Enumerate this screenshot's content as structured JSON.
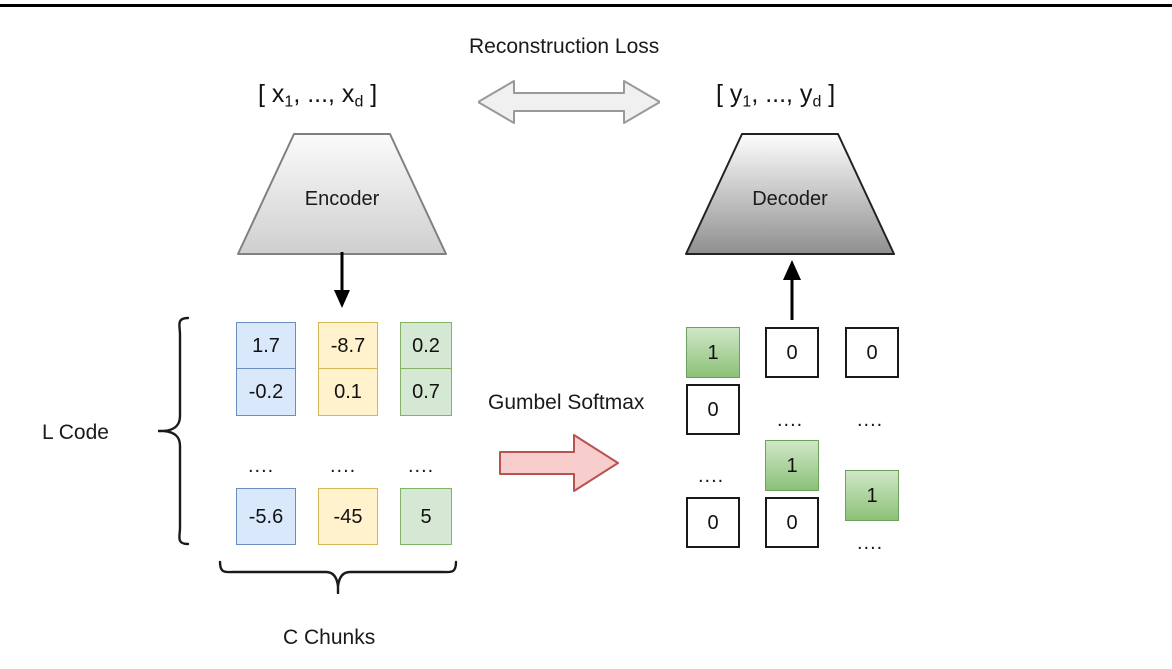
{
  "figure": {
    "title_top": "Reconstruction Loss",
    "input_vector": {
      "open": "[ x",
      "sub1": "1",
      "mid": ", ..., x",
      "sub2": "d",
      "close": " ]"
    },
    "output_vector": {
      "open": "[ y",
      "sub1": "1",
      "mid": ", ..., y",
      "sub2": "d",
      "close": " ]"
    },
    "encoder_label": "Encoder",
    "decoder_label": "Decoder",
    "gumbel_label": "Gumbel Softmax",
    "left_bracket_label": "L Code",
    "bottom_bracket_label": "C Chunks",
    "ellipsis": "...."
  },
  "colors": {
    "blue_fill": "#dae8fc",
    "blue_stroke": "#6c8ebf",
    "yellow_fill": "#fff2cc",
    "yellow_stroke": "#d6b656",
    "green_fill": "#d5e8d4",
    "green_stroke": "#82b366",
    "hot_fill": "#8cc178",
    "white_fill": "#ffffff",
    "black_stroke": "#1a1a1a",
    "gumbel_arrow_fill": "#f8cecc",
    "gumbel_arrow_stroke": "#b85450",
    "recon_arrow_fill": "#f0f0f0",
    "recon_arrow_stroke": "#999999",
    "trapezoid_top": "#fbfbfb",
    "trapezoid_bottom_encoder": "#cfcfcf",
    "trapezoid_bottom_decoder": "#8f8f8f"
  },
  "latent_code": {
    "columns": [
      {
        "name": "chunk-1",
        "color": "blue",
        "cells": [
          "1.7",
          "-0.2"
        ],
        "tail": "-5.6"
      },
      {
        "name": "chunk-2",
        "color": "yellow",
        "cells": [
          "-8.7",
          "0.1"
        ],
        "tail": "-45"
      },
      {
        "name": "chunk-3",
        "color": "green",
        "cells": [
          "0.2",
          "0.7"
        ],
        "tail": "5"
      }
    ]
  },
  "onehot_code": {
    "columns": [
      {
        "name": "onehot-1",
        "cells": [
          {
            "value": "1",
            "hot": true
          },
          {
            "value": "0",
            "hot": false
          },
          {
            "value": "....",
            "ellipsis": true
          },
          {
            "value": "0",
            "hot": false
          }
        ]
      },
      {
        "name": "onehot-2",
        "cells": [
          {
            "value": "0",
            "hot": false
          },
          {
            "value": "....",
            "ellipsis": true
          },
          {
            "value": "1",
            "hot": true
          },
          {
            "value": "0",
            "hot": false
          }
        ]
      },
      {
        "name": "onehot-3",
        "cells": [
          {
            "value": "0",
            "hot": false
          },
          {
            "value": "....",
            "ellipsis": true
          },
          {
            "value": "1",
            "hot": true
          },
          {
            "value": "....",
            "ellipsis": true
          }
        ]
      }
    ]
  }
}
